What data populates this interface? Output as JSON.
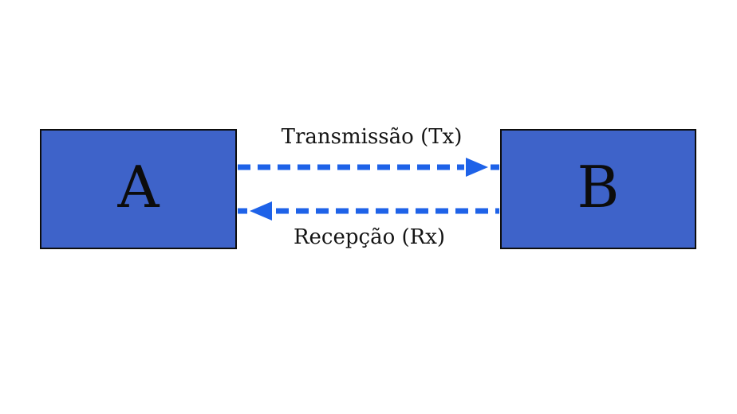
{
  "diagram": {
    "nodes": [
      {
        "id": "A",
        "label": "A"
      },
      {
        "id": "B",
        "label": "B"
      }
    ],
    "links": [
      {
        "name": "transmission",
        "label": "Transmissão (Tx)",
        "from": "A",
        "to": "B",
        "style": "dashed-arrow"
      },
      {
        "name": "reception",
        "label": "Recepção (Rx)",
        "from": "B",
        "to": "A",
        "style": "dashed-arrow"
      }
    ],
    "colors": {
      "node_fill": "#3e63c9",
      "node_border": "#0d0d0d",
      "arrow": "#1e62e8",
      "text": "#141414",
      "background": "#ffffff"
    }
  }
}
